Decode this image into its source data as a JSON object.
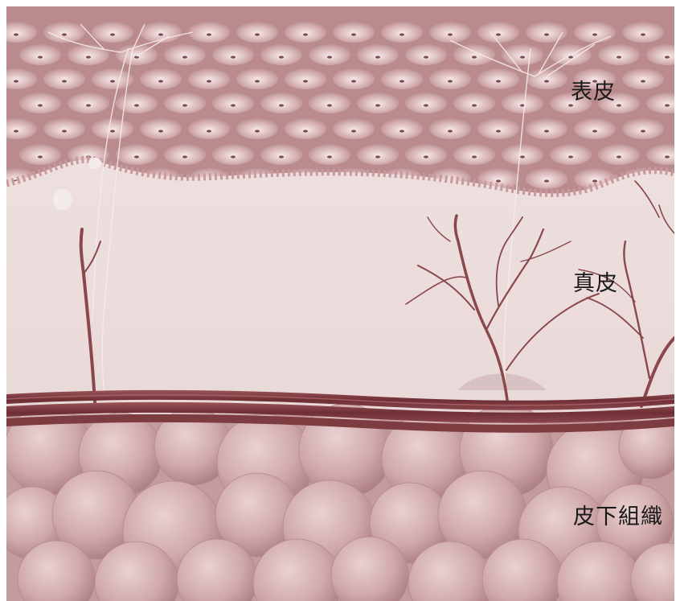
{
  "labels": {
    "epidermis": "表皮",
    "dermis": "真皮",
    "subcutaneous": "皮下組織"
  },
  "colors": {
    "epidermis_base": "#b98b8d",
    "cell_highlight": "#f4e6e6",
    "nucleus": "#7a4a4d",
    "dermis_base": "#eddede",
    "vessel": "#7d3c40",
    "fat_light": "#d9b9ba",
    "fat_dark": "#b08486",
    "nerve_fiber": "#f2e2e2"
  }
}
